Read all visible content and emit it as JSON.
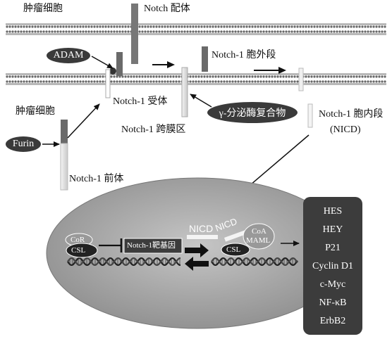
{
  "labels": {
    "tumor_cell_top": "肿瘤细胞",
    "notch_ligand": "Notch 配体",
    "adam": "ADAM",
    "notch1_extracellular": "Notch-1 胞外段",
    "tumor_cell_left": "肿瘤细胞",
    "notch1_receptor": "Notch-1 受体",
    "gamma_secretase": "γ-分泌酶复合物",
    "notch1_intracellular": "Notch-1 胞内段",
    "nicd_paren": "(NICD)",
    "notch1_tm": "Notch-1 跨膜区",
    "furin": "Furin",
    "notch1_precursor": "Notch-1 前体",
    "cor": "CoR",
    "csl_left": "CSL",
    "target_gene": "Notch-1靶基因",
    "nicd_1": "NICD",
    "nicd_2": "NICD",
    "coa": "CoA",
    "maml": "MAML",
    "csl_right": "CSL"
  },
  "target_genes": [
    "HES",
    "HEY",
    "P21",
    "Cyclin D1",
    "c-Myc",
    "NF-κB",
    "ErbB2"
  ]
}
